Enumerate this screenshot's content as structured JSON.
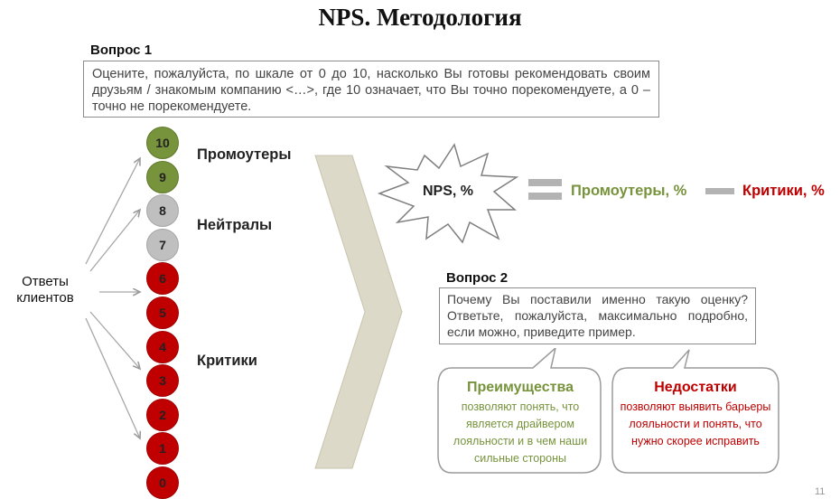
{
  "title": "NPS. Методология",
  "question1": {
    "label": "Вопрос 1",
    "text": "Оцените, пожалуйста, по шкале от 0 до 10, насколько Вы готовы рекомендовать своим друзьям / знакомым компанию <…>, где 10 означает, что Вы точно порекомендуете, а 0 – точно не порекомендуете."
  },
  "scale": {
    "scores": [
      "10",
      "9",
      "8",
      "7",
      "6",
      "5",
      "4",
      "3",
      "2",
      "1",
      "0"
    ],
    "groups": {
      "promoters": {
        "label": "Промоутеры",
        "color": "#77933c",
        "scores": [
          "10",
          "9"
        ]
      },
      "neutrals": {
        "label": "Нейтралы",
        "color": "#595959",
        "scores": [
          "8",
          "7"
        ]
      },
      "critics": {
        "label": "Критики",
        "color": "#c00000",
        "scores": [
          "6",
          "5",
          "4",
          "3",
          "2",
          "1",
          "0"
        ]
      }
    }
  },
  "respondents_label": "Ответы клиентов",
  "formula": {
    "star_label": "NPS, %",
    "left": "Промоутеры, %",
    "right": "Критики, %"
  },
  "question2": {
    "label": "Вопрос 2",
    "text": "Почему Вы поставили именно такую оценку? Ответьте, пожалуйста, максимально подробно, если можно, приведите пример."
  },
  "advantages": {
    "title": "Преимущества",
    "text": "позволяют понять, что является драйвером лояльности и в чем наши сильные стороны",
    "color": "#77933c"
  },
  "disadvantages": {
    "title": "Недостатки",
    "text": "позволяют выявить барьеры лояльности и понять, что нужно скорее исправить",
    "color": "#c00000"
  },
  "page_number": "11"
}
